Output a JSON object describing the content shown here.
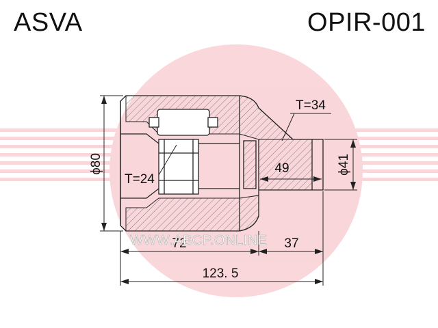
{
  "header": {
    "brand": "ASVA",
    "part_number": "OPIR-001"
  },
  "dimensions": {
    "outer_diameter": "ϕ80",
    "shaft_diameter": "ϕ41",
    "spline_teeth_outer": "T=34",
    "spline_teeth_inner": "T=24",
    "spline_length": "49",
    "body_length": "72",
    "shaft_length": "37",
    "total_length": "123. 5"
  },
  "watermark": {
    "url": "WWW.ABCP.ONLINE",
    "color": "#e8485a"
  }
}
